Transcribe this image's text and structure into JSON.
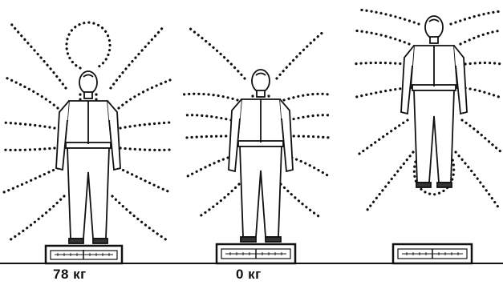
{
  "illustration": {
    "panels": [
      {
        "id": "left",
        "scale_reading": "78 кг"
      },
      {
        "id": "middle",
        "scale_reading": "0 кг"
      },
      {
        "id": "right",
        "scale_reading": ""
      }
    ]
  }
}
